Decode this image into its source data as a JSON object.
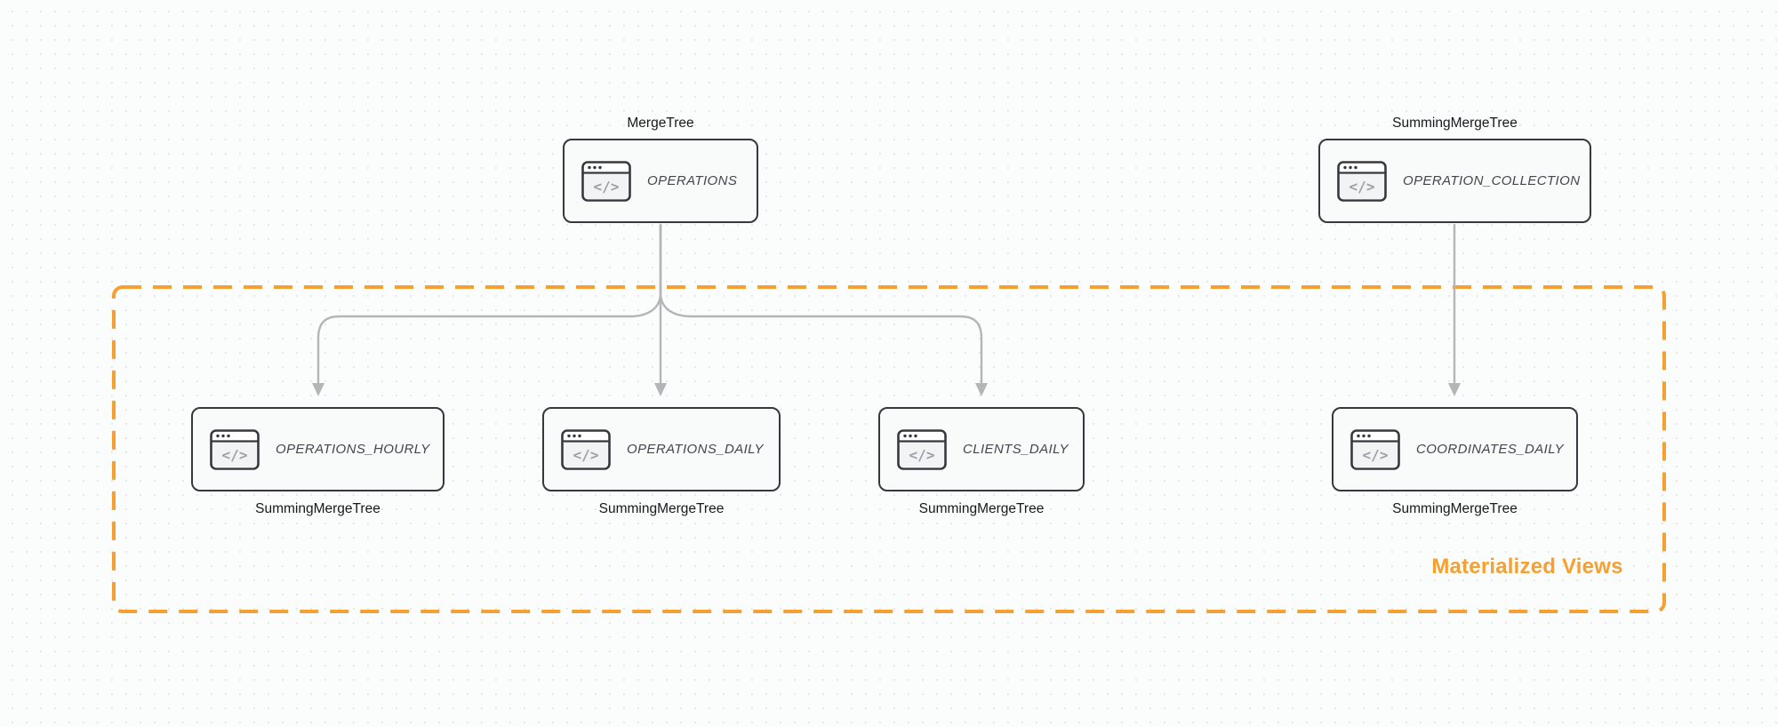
{
  "group": {
    "label": "Materialized Views",
    "color": "#f6a032"
  },
  "nodes": [
    {
      "id": "operations",
      "label": "OPERATIONS",
      "engine": "MergeTree",
      "engine_position": "top",
      "icon": "code-window-icon"
    },
    {
      "id": "operation_collection",
      "label": "OPERATION_COLLECTION",
      "engine": "SummingMergeTree",
      "engine_position": "top",
      "icon": "code-window-icon"
    },
    {
      "id": "operations_hourly",
      "label": "OPERATIONS_HOURLY",
      "engine": "SummingMergeTree",
      "engine_position": "bottom",
      "icon": "code-window-icon"
    },
    {
      "id": "operations_daily",
      "label": "OPERATIONS_DAILY",
      "engine": "SummingMergeTree",
      "engine_position": "bottom",
      "icon": "code-window-icon"
    },
    {
      "id": "clients_daily",
      "label": "CLIENTS_DAILY",
      "engine": "SummingMergeTree",
      "engine_position": "bottom",
      "icon": "code-window-icon"
    },
    {
      "id": "coordinates_daily",
      "label": "COORDINATES_DAILY",
      "engine": "SummingMergeTree",
      "engine_position": "bottom",
      "icon": "code-window-icon"
    }
  ],
  "edges": [
    {
      "from": "operations",
      "to": "operations_hourly"
    },
    {
      "from": "operations",
      "to": "operations_daily"
    },
    {
      "from": "operations",
      "to": "clients_daily"
    },
    {
      "from": "operation_collection",
      "to": "coordinates_daily"
    }
  ],
  "colors": {
    "node_border": "#35393e",
    "node_fill": "#f9fafa",
    "arrow": "#b3b5b7",
    "engine_text": "#17191b",
    "node_text": "#43474c",
    "canvas_bg": "#fbfcfc",
    "dot_grid": "#e5e7e9"
  }
}
